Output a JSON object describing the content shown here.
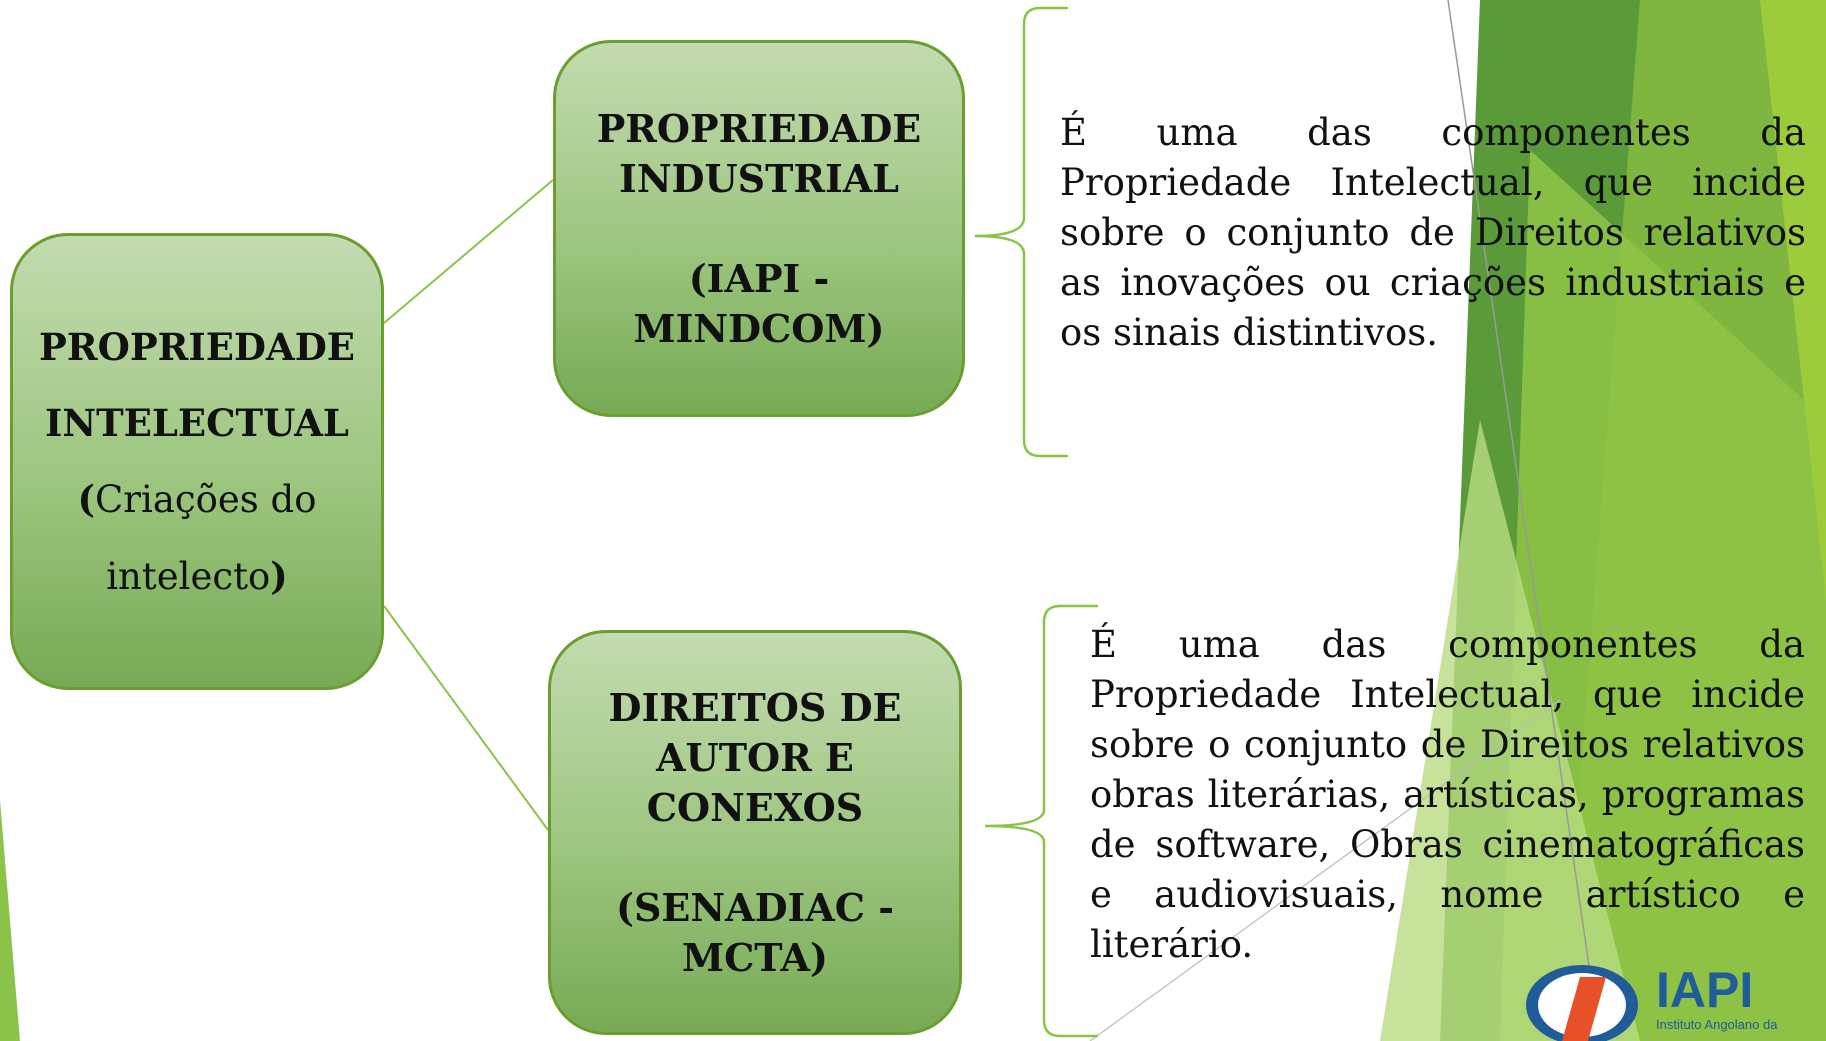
{
  "colors": {
    "box_border": "#6a9e2f",
    "box_top": "#c3dbb0",
    "box_bottom": "#77aa55",
    "accent_green": "#8bc34a",
    "dark_green": "#5a9a38",
    "logo_blue": "#1f5c99",
    "logo_red": "#e8502a"
  },
  "main_box": {
    "line1": "PROPRIEDADE",
    "line2": "INTELECTUAL",
    "open_paren": "(",
    "line3": "Criações do",
    "line4": "intelecto",
    "close_paren": ")"
  },
  "industrial_box": {
    "line1": "PROPRIEDADE",
    "line2": "INDUSTRIAL",
    "line3": "(IAPI -",
    "line4": "MINDCOM)"
  },
  "author_box": {
    "line1": "DIREITOS DE",
    "line2": "AUTOR E",
    "line3": "CONEXOS",
    "line4": "(SENADIAC -",
    "line5": "MCTA)"
  },
  "industrial_description": "É uma das componentes da Propriedade Intelectual, que incide sobre o conjunto de Direitos relativos as inovações ou criações industriais e os sinais distintivos.",
  "author_description": "É uma das componentes da Propriedade Intelectual, que incide sobre o conjunto de Direitos relativos obras literárias, artísticas, programas de software, Obras cinematográficas e audiovisuais, nome artístico e literário.",
  "logo": {
    "text": "IAPI",
    "subtitle": "Instituto Angolano da"
  }
}
